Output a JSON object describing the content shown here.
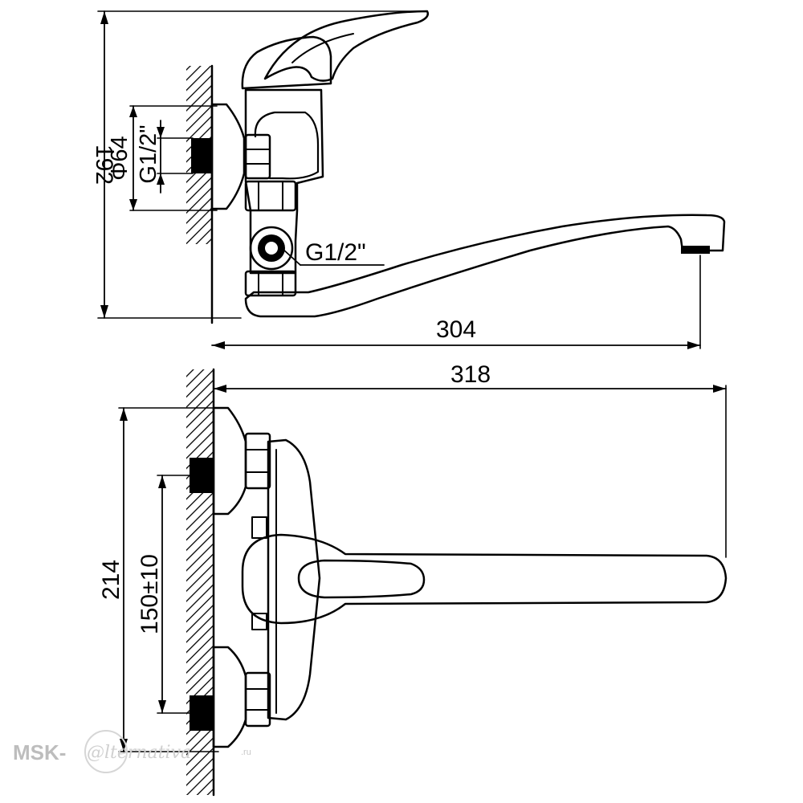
{
  "drawing": {
    "side_view": {
      "height_label": "192",
      "diameter_label": "Φ64",
      "thread_wall_label": "G1/2\"",
      "thread_body_label": "G1/2\"",
      "reach_label": "304"
    },
    "top_view": {
      "overall_length_label": "318",
      "overall_width_label": "214",
      "center_distance_label": "150±10"
    }
  },
  "watermark": {
    "prefix": "MSK-",
    "script": "@lternativa",
    "suffix": ".ru"
  },
  "colors": {
    "line": "#000000",
    "background": "#ffffff",
    "watermark": "#bdbdbd"
  }
}
